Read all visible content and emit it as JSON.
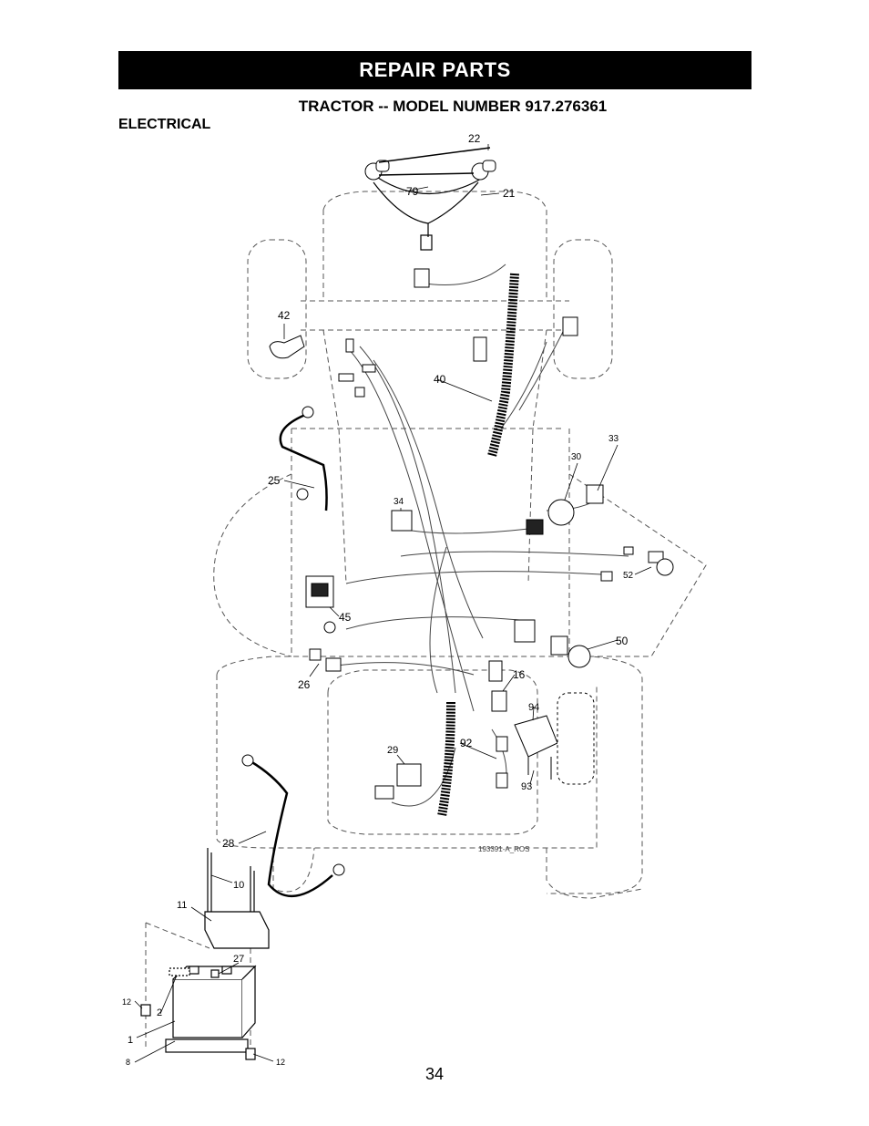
{
  "header": {
    "banner": "REPAIR PARTS",
    "subtitle": "TRACTOR -- MODEL NUMBER 917.276361",
    "section": "ELECTRICAL"
  },
  "diagram": {
    "callouts": {
      "c22": "22",
      "c79": "79",
      "c21": "21",
      "c42": "42",
      "c40": "40",
      "c33": "33",
      "c30": "30",
      "c25": "25",
      "c34": "34",
      "c52": "52",
      "c45": "45",
      "c50": "50",
      "c26": "26",
      "c16": "16",
      "c94": "94",
      "c29": "29",
      "c92": "92",
      "c93": "93",
      "c28": "28",
      "c10": "10",
      "c11": "11",
      "c27": "27",
      "c12a": "12",
      "c2": "2",
      "c1": "1",
      "c8": "8",
      "c12b": "12"
    },
    "drawing_code": "193391-A_ROS"
  },
  "footer": {
    "page_number": "34"
  }
}
